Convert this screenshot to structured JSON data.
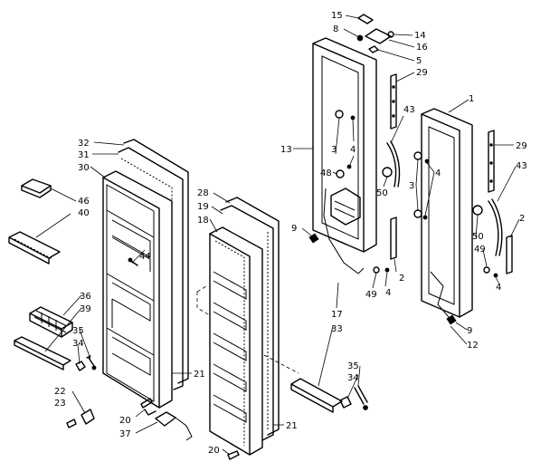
{
  "diagram": {
    "type": "exploded-parts-view",
    "callouts": {
      "c1": "1",
      "c2a": "2",
      "c2b": "2",
      "c3a": "3",
      "c3b": "3",
      "c4a": "4",
      "c4b": "4",
      "c4c": "4",
      "c4d": "4",
      "c5": "5",
      "c8": "8",
      "c9a": "9",
      "c9b": "9",
      "c12": "12",
      "c13": "13",
      "c14": "14",
      "c15": "15",
      "c16": "16",
      "c17": "17",
      "c18": "18",
      "c19": "19",
      "c20a": "20",
      "c20b": "20",
      "c21a": "21",
      "c21b": "21",
      "c22": "22",
      "c23": "23",
      "c28": "28",
      "c29a": "29",
      "c29b": "29",
      "c30": "30",
      "c31": "31",
      "c32": "32",
      "c33": "33",
      "c34a": "34",
      "c34b": "34",
      "c35a": "35",
      "c35b": "35",
      "c36": "36",
      "c37": "37",
      "c39": "39",
      "c40": "40",
      "c43a": "43",
      "c43b": "43",
      "c44": "44",
      "c46": "46",
      "c48": "48",
      "c49a": "49",
      "c49b": "49",
      "c50a": "50",
      "c50b": "50"
    }
  }
}
